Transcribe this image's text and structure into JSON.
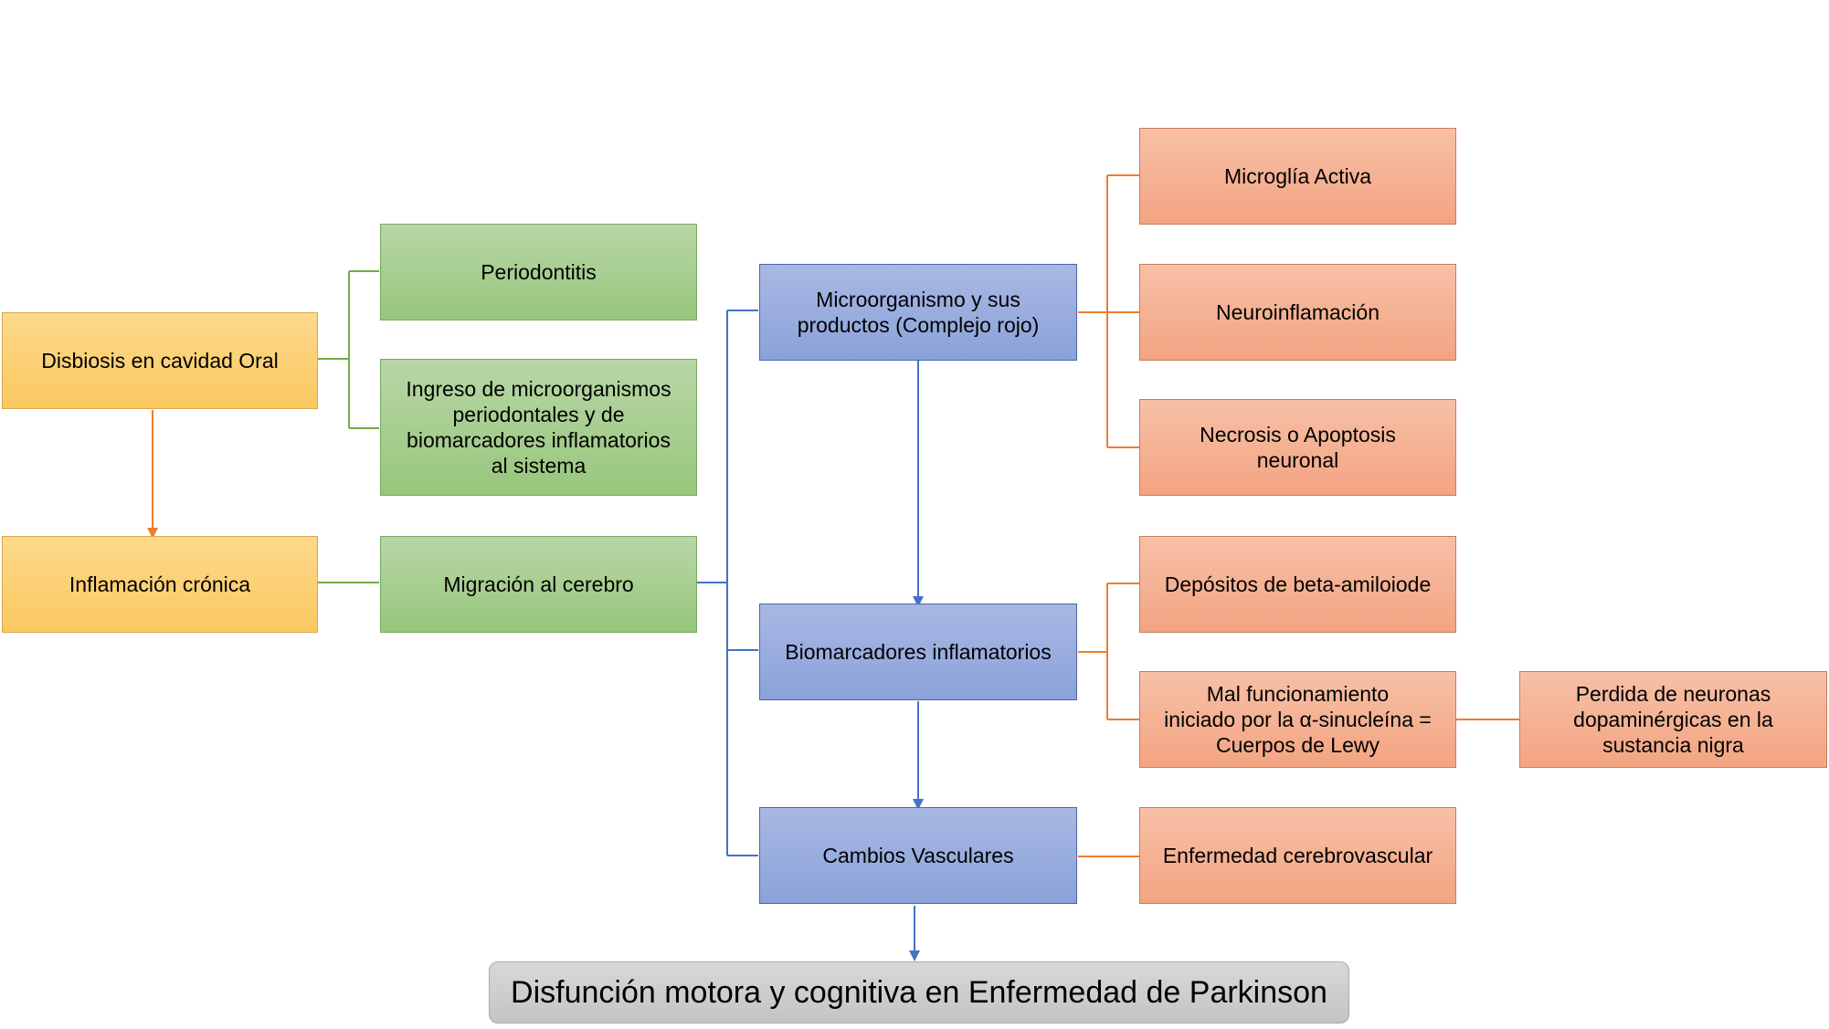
{
  "diagram": {
    "nodes": {
      "disbiosis": "Disbiosis en cavidad Oral",
      "inflamacion": "Inflamación crónica",
      "periodontitis": "Periodontitis",
      "ingreso": "Ingreso de microorganismos\nperiodontales y de\nbiomarcadores inflamatorios\nal sistema",
      "migracion": "Migración al cerebro",
      "microorganismo": "Microorganismo y sus\nproductos (Complejo rojo)",
      "biomarcadores": "Biomarcadores inflamatorios",
      "cambios": "Cambios Vasculares",
      "microglia": "Microglía Activa",
      "neuroinflamacion": "Neuroinflamación",
      "necrosis": "Necrosis o Apoptosis\nneuronal",
      "depositos": "Depósitos de beta-amiloiode",
      "mal_funcionamiento": "Mal funcionamiento\niniciado por la α-sinucleína =\nCuerpos de Lewy",
      "perdida": "Perdida de neuronas\ndopaminérgicas en la\nsustancia nigra",
      "enfermedad_cv": "Enfermedad cerebrovascular",
      "disfuncion": "Disfunción motora y cognitiva en Enfermedad de Parkinson"
    },
    "colors": {
      "yellow": "#fbc85f",
      "green": "#97c77c",
      "blue": "#8aa2da",
      "orange": "#f3a482",
      "grey": "#c8c8c8",
      "line_green": "#70ad47",
      "line_blue": "#4472c4",
      "line_orange": "#ed7d31"
    }
  }
}
